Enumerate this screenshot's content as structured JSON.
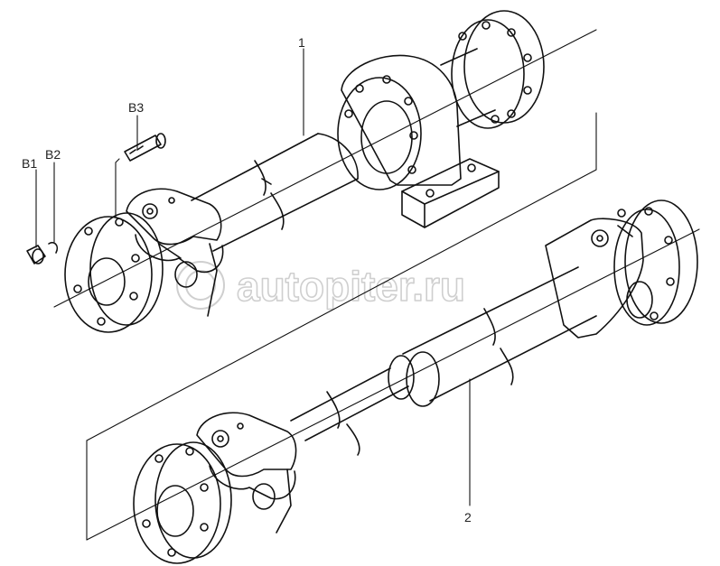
{
  "watermark": {
    "text": "autopiter.ru"
  },
  "labels": {
    "part1": "1",
    "part2": "2",
    "b1": "B1",
    "b2": "B2",
    "b3": "B3"
  },
  "colors": {
    "line": "#111111",
    "watermark": "#cfcfcf",
    "background": "#ffffff"
  }
}
